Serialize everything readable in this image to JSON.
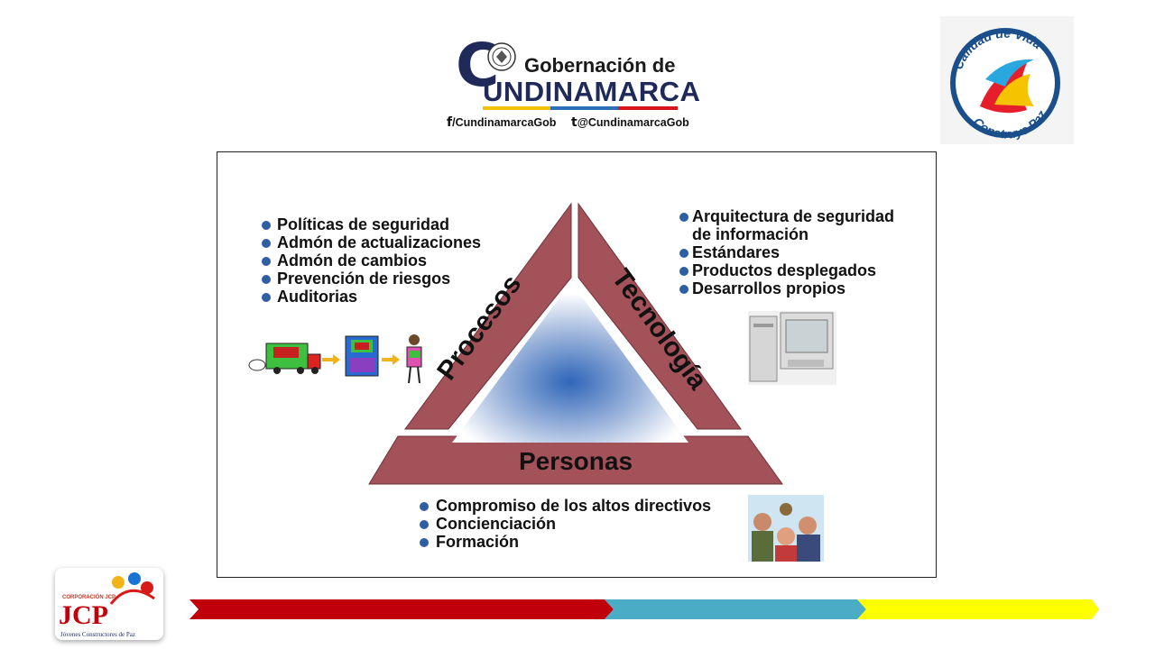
{
  "header": {
    "gob_line1": "Gobernación de",
    "gob_line2": "UNDINAMARCA",
    "gob_initial": "C",
    "facebook": "/CundinamarcaGob",
    "twitter": "@CundinamarcaGob"
  },
  "calidad_logo": {
    "top_text": "Calidad de Vida",
    "bottom_text": "Construye Paz"
  },
  "diagram": {
    "side_left": "Procesos",
    "side_right": "Tecnología",
    "base": "Personas",
    "procesos_items": [
      "Políticas de seguridad",
      "Admón de actualizaciones",
      "Admón de cambios",
      "Prevención de riesgos",
      "Auditorias"
    ],
    "tecnologia_items": [
      "Arquitectura de seguridad",
      "de información",
      "Estándares",
      "Productos desplegados",
      "Desarrollos propios"
    ],
    "personas_items": [
      "Compromiso de los altos directivos",
      "Concienciación",
      "Formación"
    ]
  },
  "footer": {
    "jcp_top": "CORPORACIÓN JCP",
    "jcp_main": "JCP",
    "jcp_sub": "Jóvenes Constructores de Paz"
  },
  "colors": {
    "triangle": "#a3525a",
    "bullet": "#2e5fa0",
    "band_red": "#c0000b",
    "band_blue": "#4bacc6",
    "band_yellow": "#ffff00"
  }
}
